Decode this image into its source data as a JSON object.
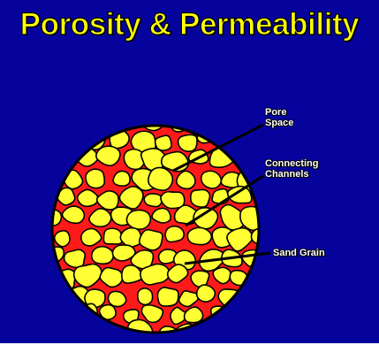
{
  "title": "Porosity & Permeability",
  "colors": {
    "background": "#06039c",
    "title": "#ffff00",
    "pore_space": "#ff1a1a",
    "sand_grain": "#ffff33",
    "leader_line": "#000000",
    "label_text": "#ffffff"
  },
  "labels": {
    "pore_space": [
      "Pore",
      "Space"
    ],
    "connecting_channels": [
      "Connecting",
      "Channels"
    ],
    "sand_grain": "Sand Grain"
  }
}
